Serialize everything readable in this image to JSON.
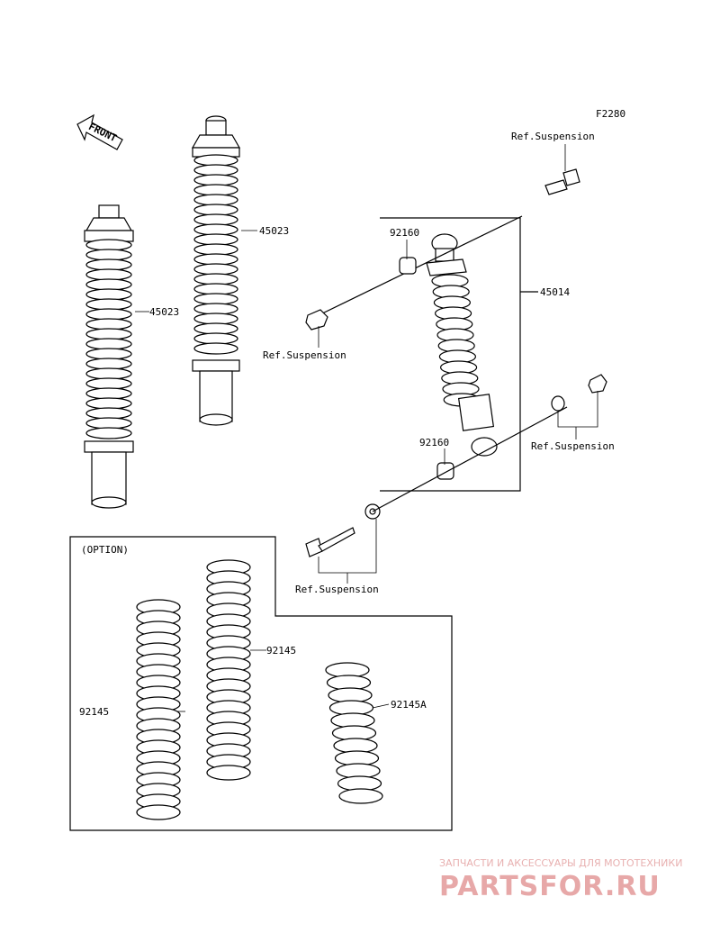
{
  "figure_code": "F2280",
  "front_label": "FRONT",
  "labels": {
    "part_45023_a": "45023",
    "part_45023_b": "45023",
    "part_45014": "45014",
    "part_92160_top": "92160",
    "part_92160_bottom": "92160",
    "ref_suspension_top": "Ref.Suspension",
    "ref_suspension_left": "Ref.Suspension",
    "ref_suspension_right": "Ref.Suspension",
    "ref_suspension_bottom": "Ref.Suspension",
    "option": "(OPTION)",
    "part_92145_left": "92145",
    "part_92145_mid": "92145",
    "part_92145A": "92145A"
  },
  "watermark": {
    "tagline": "ЗАПЧАСТИ И АКСЕССУАРЫ ДЛЯ МОТОТЕХНИКИ",
    "brand": "PARTSFOR.RU"
  },
  "colors": {
    "line": "#000000",
    "background": "#ffffff",
    "watermark": "#e7a8a8"
  }
}
